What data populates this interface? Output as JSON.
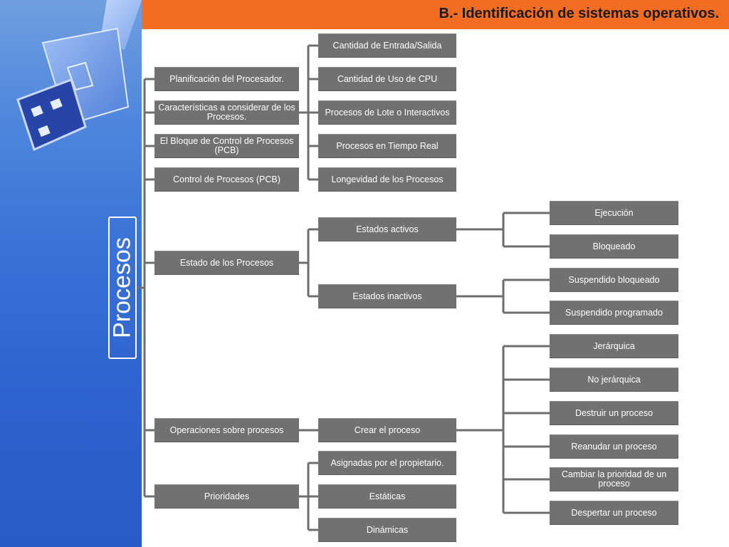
{
  "slide": {
    "title": "B.- Identificación de sistemas operativos.",
    "main_title": "Procesos"
  },
  "colors": {
    "accent": "#f26d21",
    "sidebar": "#3a72d8",
    "node": "#717171",
    "line": "#6e6e6e"
  },
  "icons": {
    "decoration": "usb-connector-icon"
  },
  "diagram": {
    "level1": [
      "Planificación del Procesador.",
      "Características a considerar de los Procesos.",
      "El Bloque de Control de Procesos (PCB)",
      "Control de Procesos (PCB)",
      "Estado de los Procesos",
      "Operaciones sobre procesos",
      "Prioridades"
    ],
    "caracteristicas": [
      "Cantidad de Entrada/Salida",
      "Cantidad de Uso de CPU",
      "Procesos de Lote o Interactivos",
      "Procesos en Tiempo Real",
      "Longevidad de los Procesos"
    ],
    "estados": [
      "Estados activos",
      "Estados inactivos"
    ],
    "estados_activos": [
      "Ejecución",
      "Bloqueado"
    ],
    "estados_inactivos": [
      "Suspendido bloqueado",
      "Suspendido programado"
    ],
    "operaciones": [
      "Crear el proceso"
    ],
    "operaciones_detalle": [
      "Jerárquica",
      "No jerárquica",
      "Destruir un proceso",
      "Reanudar un proceso",
      "Cambiar la prioridad de un proceso",
      "Despertar un proceso"
    ],
    "prioridades": [
      "Asignadas por el propietario.",
      "Estáticas",
      "Dinámicas"
    ]
  }
}
